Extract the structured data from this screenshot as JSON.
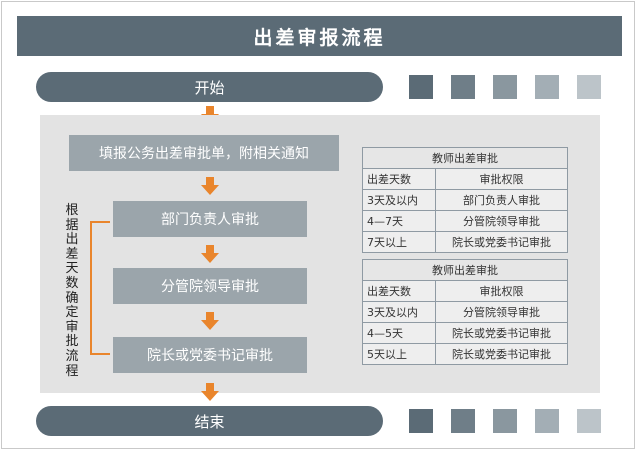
{
  "title": "出差审报流程",
  "start_label": "开始",
  "end_label": "结束",
  "steps": [
    "填报公务出差审批单，附相关通知",
    "部门负责人审批",
    "分管院领导审批",
    "院长或党委书记审批"
  ],
  "side_label": "根据出差天数确定审批流程",
  "tables": [
    {
      "title": "教师出差审批",
      "headers": [
        "出差天数",
        "审批权限"
      ],
      "rows": [
        [
          "3天及以内",
          "部门负责人审批"
        ],
        [
          "4—7天",
          "分管院领导审批"
        ],
        [
          "7天以上",
          "院长或党委书记审批"
        ]
      ]
    },
    {
      "title": "教师出差审批",
      "headers": [
        "出差天数",
        "审批权限"
      ],
      "rows": [
        [
          "3天及以内",
          "分管院领导审批"
        ],
        [
          "4—5天",
          "院长或党委书记审批"
        ],
        [
          "5天以上",
          "院长或党委书记审批"
        ]
      ]
    }
  ],
  "colors": {
    "header": "#5b6b76",
    "step_box": "#9ba5ab",
    "arrow": "#e9852c",
    "panel": "#e3e3e3",
    "swatches": [
      "#5b6b76",
      "#6f7e88",
      "#8a979f",
      "#a3aeb5",
      "#bcc4c9"
    ]
  }
}
